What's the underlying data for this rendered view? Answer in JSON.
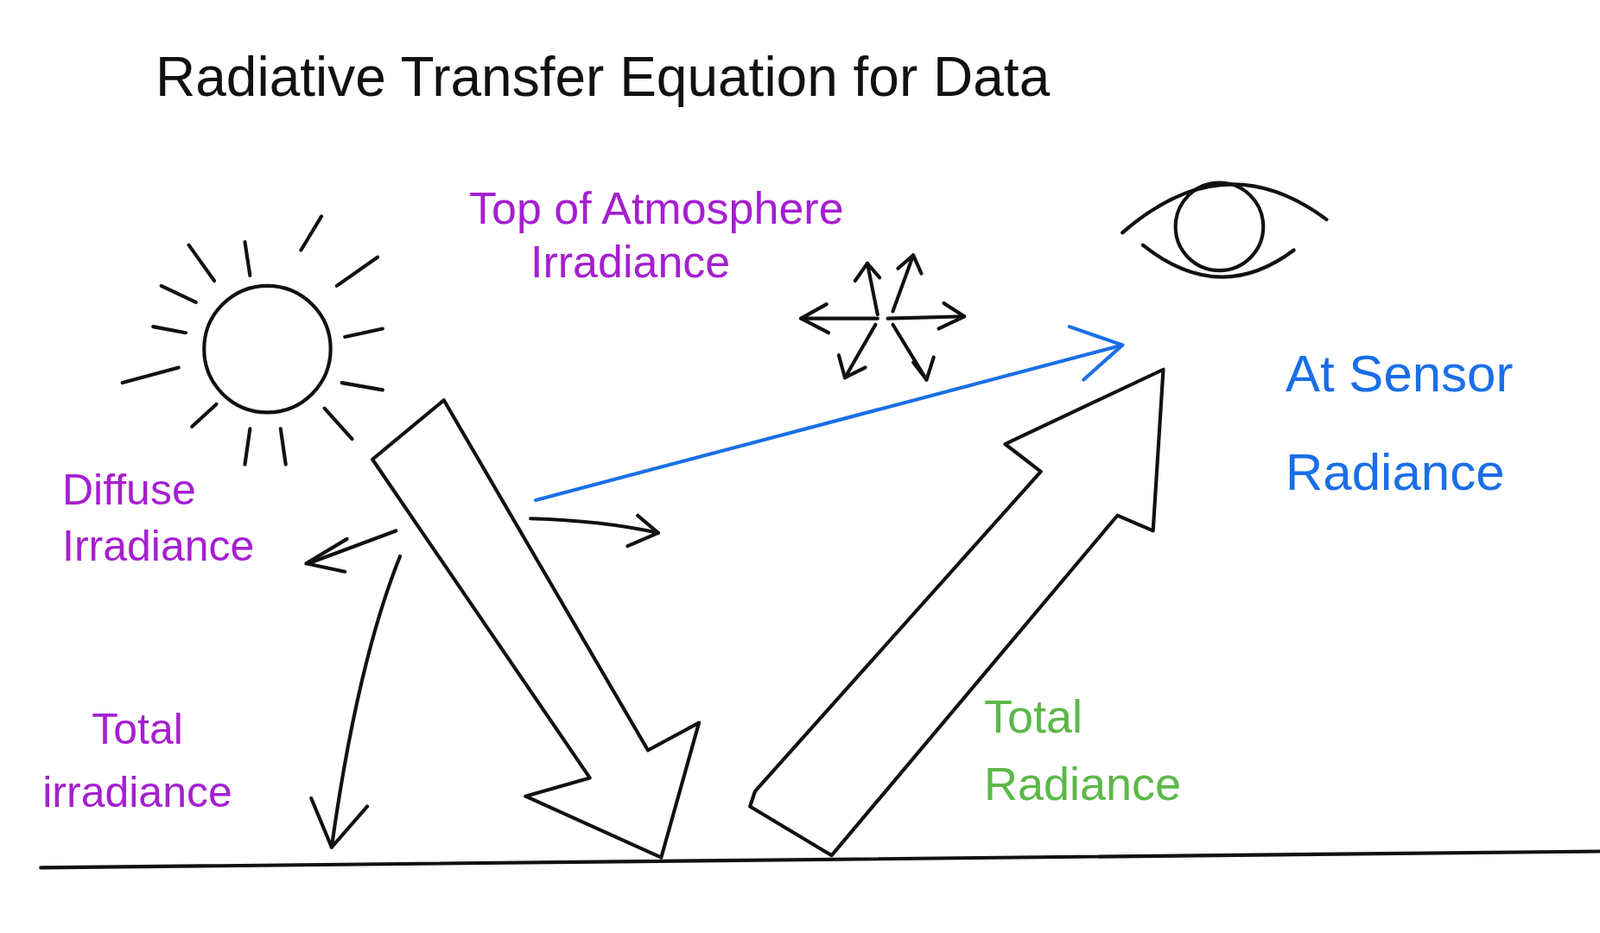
{
  "diagram": {
    "title": "Radiative Transfer Equation for Data",
    "labels": [
      "Top of Atmosphere Irradiance",
      "At Sensor Radiance",
      "Diffuse Irradiance",
      "Total irradiance",
      "Total Radiance"
    ]
  }
}
